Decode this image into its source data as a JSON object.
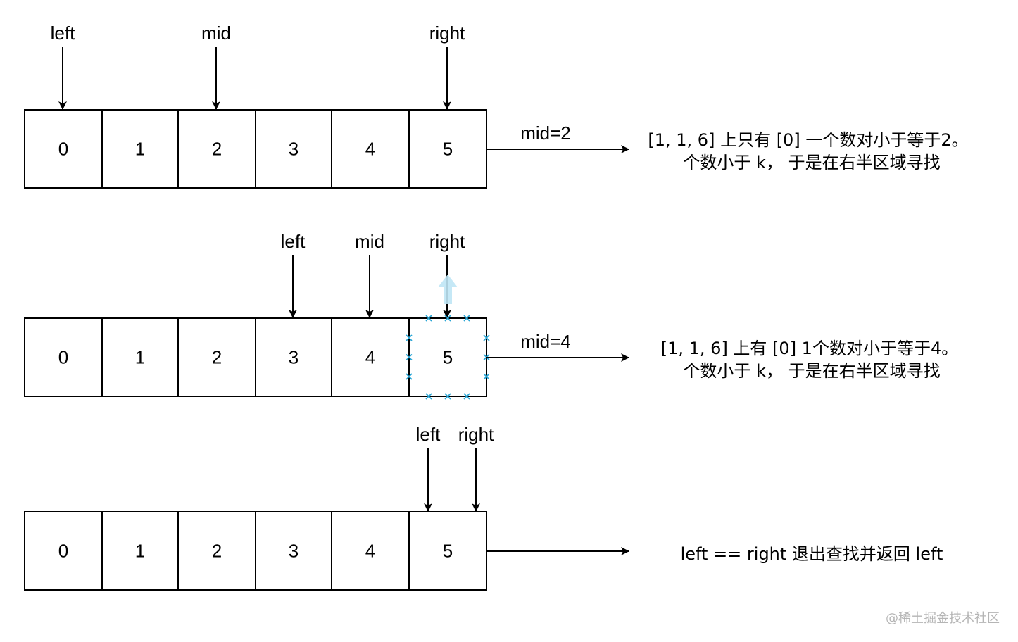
{
  "rows": [
    {
      "cells": [
        "0",
        "1",
        "2",
        "3",
        "4",
        "5"
      ],
      "pointers": [
        {
          "label": "left",
          "index": 0
        },
        {
          "label": "mid",
          "index": 2
        },
        {
          "label": "right",
          "index": 5
        }
      ],
      "arrow_label": "mid=2",
      "note_line1": "[1, 1, 6] 上只有 [0] 一个数对小于等于2。",
      "note_line2": "个数小于 k， 于是在右半区域寻找"
    },
    {
      "cells": [
        "0",
        "1",
        "2",
        "3",
        "4",
        "5"
      ],
      "pointers": [
        {
          "label": "left",
          "index": 3
        },
        {
          "label": "mid",
          "index": 4
        },
        {
          "label": "right",
          "index": 5
        }
      ],
      "selected_index": 5,
      "arrow_label": "mid=4",
      "note_line1": "[1, 1, 6] 上有 [0] 1个数对小于等于4。",
      "note_line2": "个数小于 k， 于是在右半区域寻找"
    },
    {
      "cells": [
        "0",
        "1",
        "2",
        "3",
        "4",
        "5"
      ],
      "pointers": [
        {
          "label": "left",
          "index": 5,
          "side": "left"
        },
        {
          "label": "right",
          "index": 5,
          "side": "right"
        }
      ],
      "arrow_label": "",
      "note_line1": "left == right 退出查找并返回 left",
      "note_line2": ""
    }
  ],
  "colors": {
    "stroke": "#000000",
    "selection": "#29a6d6"
  },
  "watermark": "@稀土掘金技术社区"
}
